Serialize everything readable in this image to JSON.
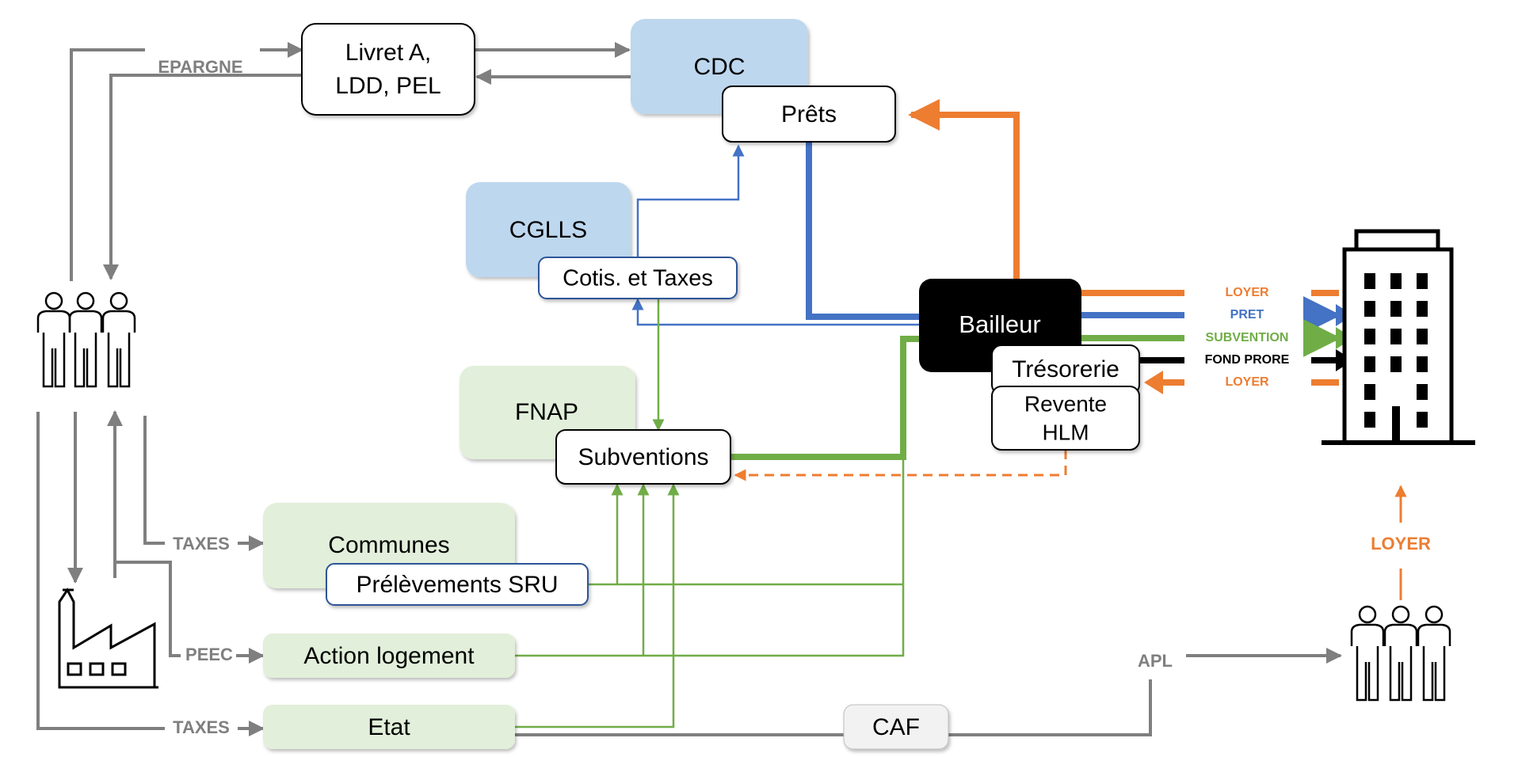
{
  "nodes": {
    "livret": {
      "line1": "Livret A,",
      "line2": "LDD, PEL"
    },
    "cdc": "CDC",
    "prets": "Prêts",
    "cglls": "CGLLS",
    "cotis": "Cotis. et Taxes",
    "fnap": "FNAP",
    "subventions": "Subventions",
    "communes": "Communes",
    "prelevements": "Prélèvements SRU",
    "action_logement": "Action logement",
    "etat": "Etat",
    "caf": "CAF",
    "bailleur": "Bailleur",
    "tresorerie": "Trésorerie",
    "revente": {
      "line1": "Revente",
      "line2": "HLM"
    }
  },
  "labels": {
    "epargne": "EPARGNE",
    "taxes_communes": "TAXES",
    "peec": "PEEC",
    "taxes_etat": "TAXES",
    "apl": "APL",
    "loyer_tenants": "LOYER",
    "loyer_out": "LOYER",
    "pret": "PRET",
    "subvention": "SUBVENTION",
    "fond_prore": "FOND PRORE",
    "loyer_in": "LOYER"
  },
  "colors": {
    "gray": "#7f7f7f",
    "orange": "#ed7d31",
    "blue": "#4472c4",
    "green": "#70ad47",
    "black": "#000000",
    "light_blue_box": "#bdd7ee",
    "light_green_box": "#e2efda"
  },
  "icons": [
    "people-icon",
    "factory-icon",
    "building-icon",
    "tenants-icon"
  ]
}
